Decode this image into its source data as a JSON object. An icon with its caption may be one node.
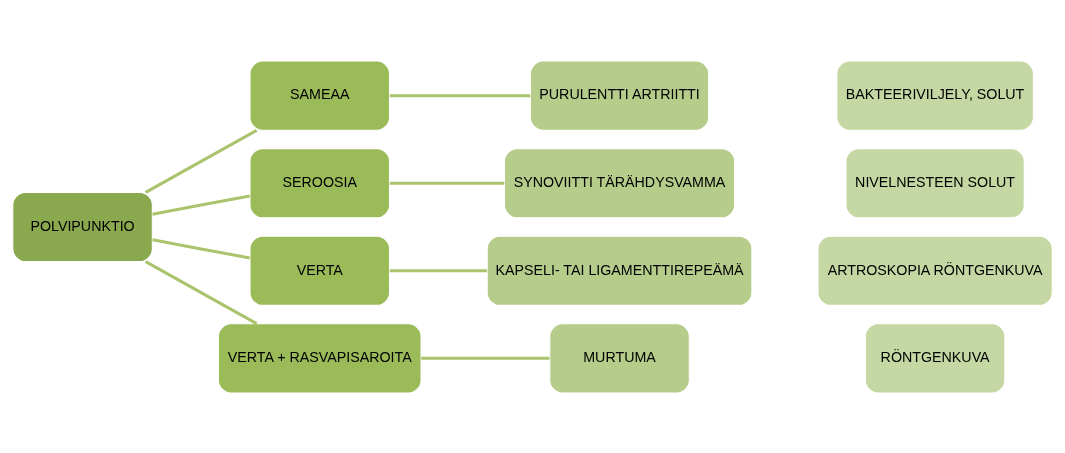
{
  "diagram": {
    "nodes": [
      {
        "text": [
          "POLVIPUNKTIO"
        ]
      },
      {
        "text": [
          "SAMEAA"
        ]
      },
      {
        "text": [
          "PURULENTTI ARTRIITTI"
        ]
      },
      {
        "text": [
          "BAKTEERIVILJELY, SOLUT"
        ]
      },
      {
        "text": [
          "SEROOSIA"
        ]
      },
      {
        "text": [
          "SYNOVIITTI TÄRÄHDYSVAMMA"
        ]
      },
      {
        "text": [
          "NIVELNESTEEN SOLUT"
        ]
      },
      {
        "text": [
          "VERTA"
        ]
      },
      {
        "text": [
          "KAPSELI- TAI LIGAMENTTIREPEÄMÄ"
        ]
      },
      {
        "text": [
          "ARTROSKOPIA RÖNTGENKUVA"
        ]
      },
      {
        "text": [
          "VERTA + RASVAPISAROITA"
        ]
      },
      {
        "text": [
          "MURTUMA"
        ]
      },
      {
        "text": [
          "RÖNTGENKUVA"
        ]
      }
    ],
    "edges": [
      {
        "from": 0,
        "to": 1,
        "arrow": "none"
      },
      {
        "from": 0,
        "to": 4,
        "arrow": "none"
      },
      {
        "from": 0,
        "to": 7,
        "arrow": "none"
      },
      {
        "from": 0,
        "to": 10,
        "arrow": "none"
      },
      {
        "from": 1,
        "to": 2,
        "arrow": "none"
      },
      {
        "from": 4,
        "to": 5,
        "arrow": "none"
      },
      {
        "from": 7,
        "to": 8,
        "arrow": "none"
      },
      {
        "from": 10,
        "to": 11,
        "arrow": "none"
      }
    ]
  }
}
